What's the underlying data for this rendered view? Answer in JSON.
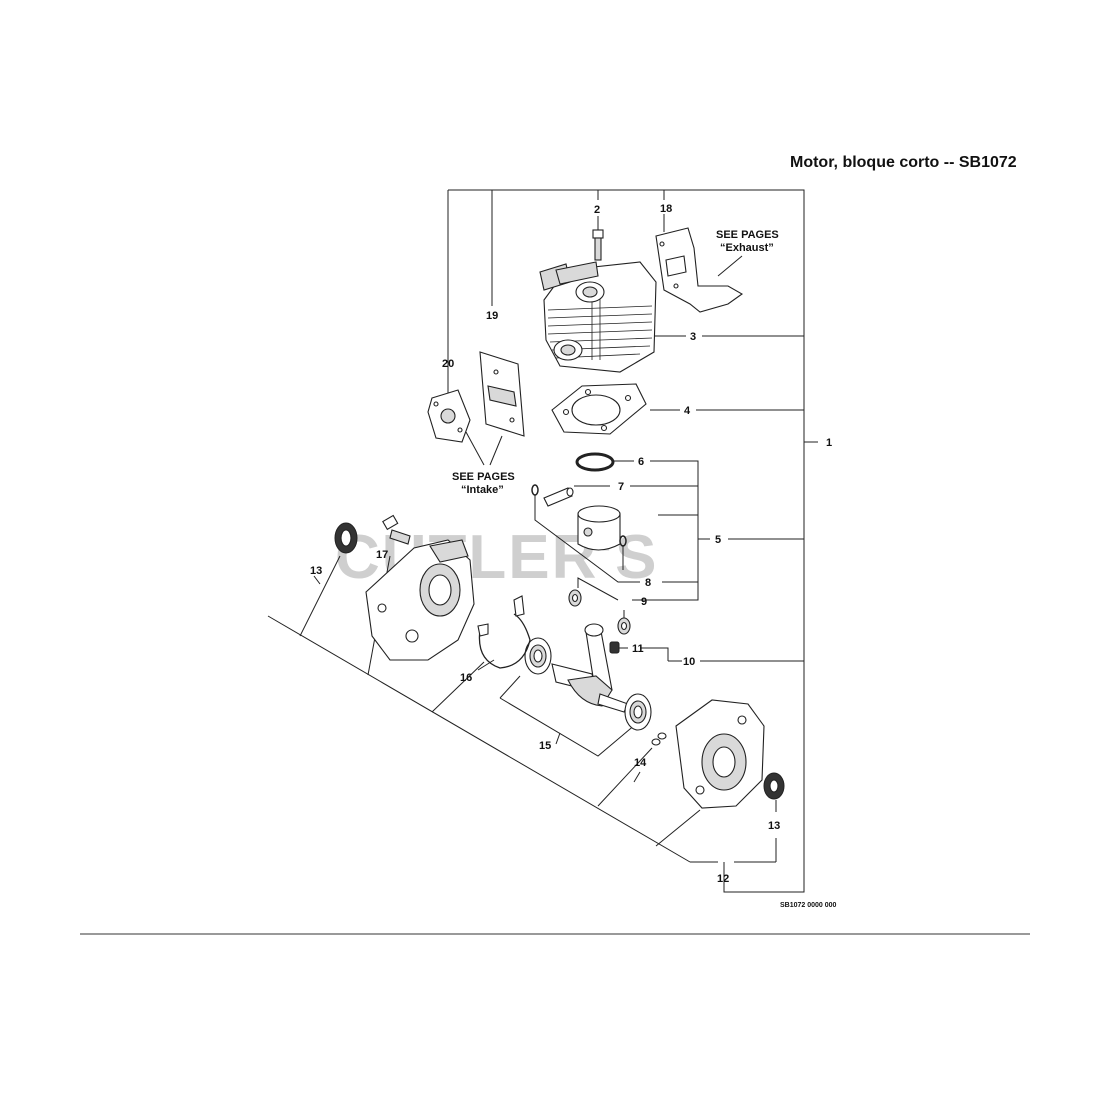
{
  "page": {
    "title": "Motor, bloque corto -- SB1072",
    "watermark": "CUTLER'S",
    "diagram_code": "SB1072 0000 000",
    "footer_rule": true
  },
  "notes": {
    "exhaust": {
      "line1": "SEE PAGES",
      "line2": "“Exhaust”"
    },
    "intake": {
      "line1": "SEE PAGES",
      "line2": "“Intake”"
    }
  },
  "callouts": {
    "c1": "1",
    "c2": "2",
    "c3": "3",
    "c4": "4",
    "c5": "5",
    "c6": "6",
    "c7": "7",
    "c8": "8",
    "c9": "9",
    "c10": "10",
    "c11": "11",
    "c12": "12",
    "c13a": "13",
    "c13b": "13",
    "c14": "14",
    "c15": "15",
    "c16": "16",
    "c17": "17",
    "c18": "18",
    "c19": "19",
    "c20": "20"
  }
}
